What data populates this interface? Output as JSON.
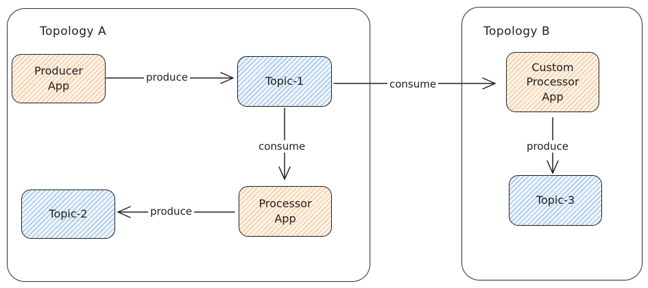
{
  "frames": {
    "a": {
      "title": "Topology A"
    },
    "b": {
      "title": "Topology B"
    }
  },
  "nodes": {
    "producer_app": {
      "label": "Producer\nApp",
      "kind": "app"
    },
    "topic_1": {
      "label": "Topic-1",
      "kind": "topic"
    },
    "processor_app": {
      "label": "Processor\nApp",
      "kind": "app"
    },
    "topic_2": {
      "label": "Topic-2",
      "kind": "topic"
    },
    "custom_processor_app": {
      "label": "Custom\nProcessor\nApp",
      "kind": "app"
    },
    "topic_3": {
      "label": "Topic-3",
      "kind": "topic"
    }
  },
  "edges": {
    "producer_to_topic1": {
      "label": "produce",
      "from": "Producer App",
      "to": "Topic-1"
    },
    "topic1_to_processor": {
      "label": "consume",
      "from": "Topic-1",
      "to": "Processor App"
    },
    "processor_to_topic2": {
      "label": "produce",
      "from": "Processor App",
      "to": "Topic-2"
    },
    "topic1_to_custom": {
      "label": "consume",
      "from": "Topic-1",
      "to": "Custom Processor App"
    },
    "custom_to_topic3": {
      "label": "produce",
      "from": "Custom Processor App",
      "to": "Topic-3"
    }
  },
  "colors": {
    "app_fill": "#f4cfa9",
    "topic_fill": "#a9c9ea",
    "stroke": "#1e1e1e"
  }
}
